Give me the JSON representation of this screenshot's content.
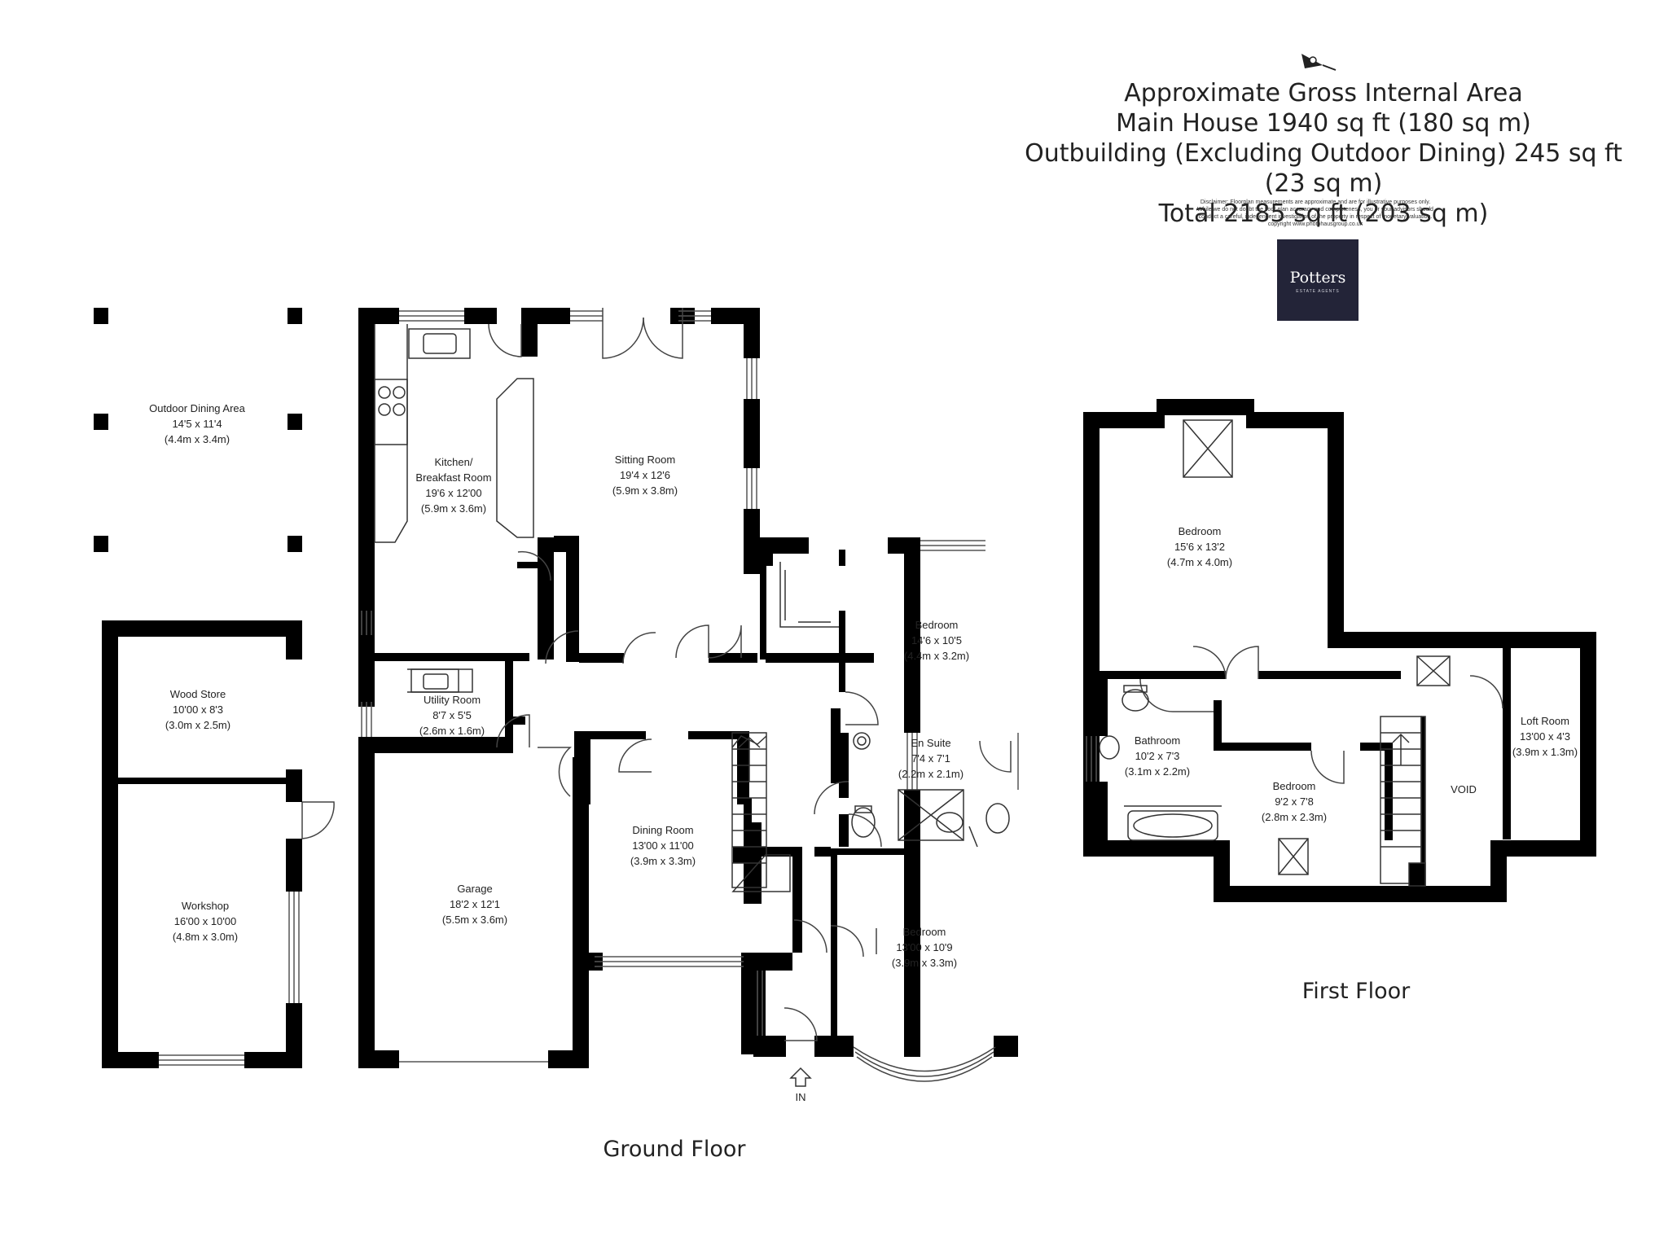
{
  "header": {
    "lines": [
      "Approximate Gross Internal Area",
      "Main House 1940 sq ft (180 sq m)",
      "Outbuilding (Excluding Outdoor Dining) 245 sq ft (23 sq m)",
      "Total 2185 sq ft (203 sq m)"
    ],
    "disclaimer": [
      "Disclaimer: Floorplan measurements are approximate and are for illustrative purposes only.",
      "While we do not doubt the floor plan accuracy and completeness, you or your advisors should",
      "conduct a careful, independent investigation of the property in respect of monetary valuation.",
      "copyright www.photohausgroup.co.uk"
    ]
  },
  "logo": {
    "name": "Potters",
    "tagline": "ESTATE AGENTS"
  },
  "colors": {
    "wall": "#000000",
    "logo_bg": "#232438",
    "text": "#222222"
  },
  "floors": {
    "ground": "Ground Floor",
    "first": "First Floor"
  },
  "entrance": "IN",
  "rooms": {
    "outdoor_dining": {
      "name": "Outdoor Dining Area",
      "imperial": "14'5 x 11'4",
      "metric": "(4.4m x 3.4m)"
    },
    "kitchen": {
      "name": "Kitchen/",
      "name2": "Breakfast Room",
      "imperial": "19'6 x 12'00",
      "metric": "(5.9m x 3.6m)"
    },
    "sitting": {
      "name": "Sitting Room",
      "imperial": "19'4 x 12'6",
      "metric": "(5.9m x 3.8m)"
    },
    "bedroom_gf1": {
      "name": "Bedroom",
      "imperial": "14'6 x 10'5",
      "metric": "(4.4m x 3.2m)"
    },
    "wood_store": {
      "name": "Wood Store",
      "imperial": "10'00 x 8'3",
      "metric": "(3.0m x 2.5m)"
    },
    "utility": {
      "name": "Utility Room",
      "imperial": "8'7 x 5'5",
      "metric": "(2.6m x 1.6m)"
    },
    "en_suite": {
      "name": "En Suite",
      "imperial": "7'4 x 7'1",
      "metric": "(2.2m x 2.1m)"
    },
    "dining": {
      "name": "Dining Room",
      "imperial": "13'00 x 11'00",
      "metric": "(3.9m x 3.3m)"
    },
    "workshop": {
      "name": "Workshop",
      "imperial": "16'00 x 10'00",
      "metric": "(4.8m x 3.0m)"
    },
    "garage": {
      "name": "Garage",
      "imperial": "18'2 x 12'1",
      "metric": "(5.5m x 3.6m)"
    },
    "bedroom_gf2": {
      "name": "Bedroom",
      "imperial": "13'00 x 10'9",
      "metric": "(3.9m x 3.3m)"
    },
    "bedroom_ff1": {
      "name": "Bedroom",
      "imperial": "15'6 x 13'2",
      "metric": "(4.7m x 4.0m)"
    },
    "bathroom": {
      "name": "Bathroom",
      "imperial": "10'2 x 7'3",
      "metric": "(3.1m x 2.2m)"
    },
    "bedroom_ff2": {
      "name": "Bedroom",
      "imperial": "9'2 x 7'8",
      "metric": "(2.8m x 2.3m)"
    },
    "loft": {
      "name": "Loft Room",
      "imperial": "13'00 x 4'3",
      "metric": "(3.9m x 1.3m)"
    },
    "void": {
      "name": "VOID"
    }
  }
}
